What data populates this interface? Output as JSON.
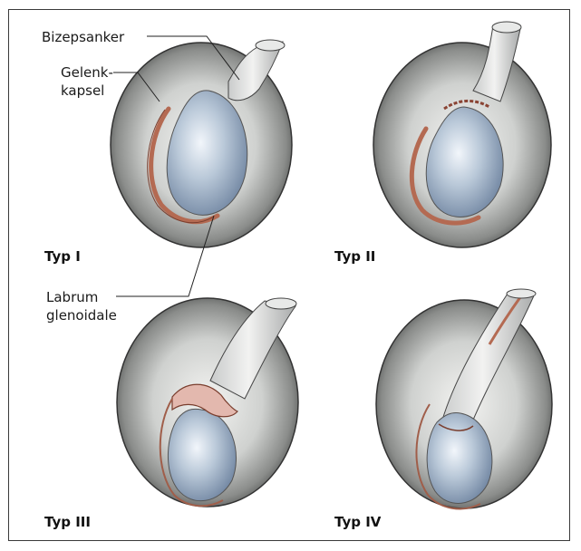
{
  "labels": {
    "biceps_anchor": "Bizepsanker",
    "joint_capsule_line1": "Gelenk-",
    "joint_capsule_line2": "kapsel",
    "labrum_line1": "Labrum",
    "labrum_line2": "glenoidale"
  },
  "panels": [
    {
      "label": "Typ I"
    },
    {
      "label": "Typ II"
    },
    {
      "label": "Typ III"
    },
    {
      "label": "Typ IV"
    }
  ]
}
